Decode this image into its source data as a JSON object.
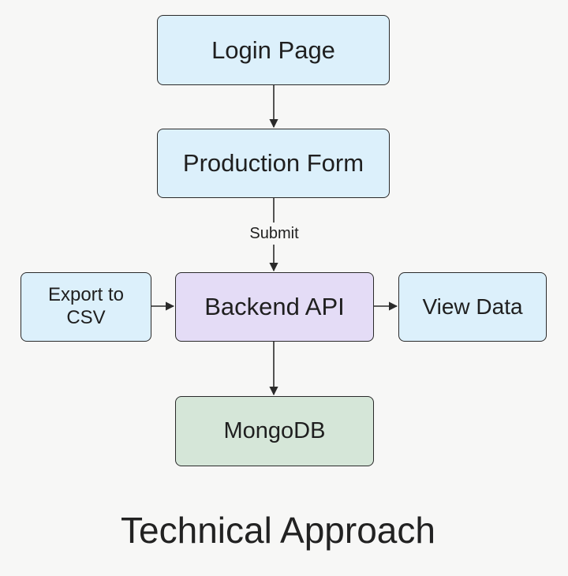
{
  "nodes": {
    "login": "Login Page",
    "form": "Production Form",
    "api": "Backend API",
    "export_line1": "Export to",
    "export_line2": "CSV",
    "view": "View Data",
    "mongo": "MongoDB"
  },
  "edges": {
    "submit_label": "Submit"
  },
  "title": "Technical Approach",
  "colors": {
    "box_blue": "#dcf0fb",
    "box_purple": "#e4dcf6",
    "box_green": "#d5e6d8",
    "border": "#2a2a2a",
    "background": "#f7f7f6"
  }
}
